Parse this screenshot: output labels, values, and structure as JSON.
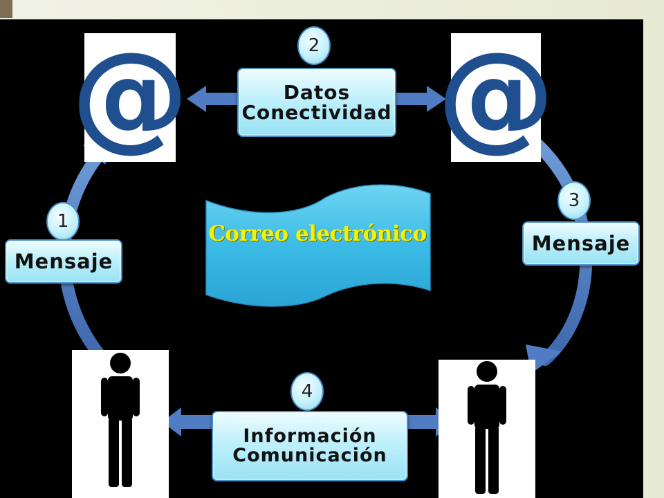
{
  "title": "Correo electrónico",
  "steps": [
    {
      "number": "1",
      "lines": [
        "Mensaje"
      ]
    },
    {
      "number": "2",
      "lines": [
        "Datos",
        "Conectividad"
      ]
    },
    {
      "number": "3",
      "lines": [
        "Mensaje"
      ]
    },
    {
      "number": "4",
      "lines": [
        "Información",
        "Comunicación"
      ]
    }
  ],
  "icons": {
    "email": "at-sign-icon",
    "person": "person-icon",
    "arrow": "curved-arrow-icon"
  },
  "colors": {
    "background": "#000000",
    "arrow": "#4a78bf",
    "banner": "#3bbbe6",
    "banner_text": "#f5f200",
    "label_fill": "#bff0fb",
    "at_sign": "#1f4f8f"
  }
}
